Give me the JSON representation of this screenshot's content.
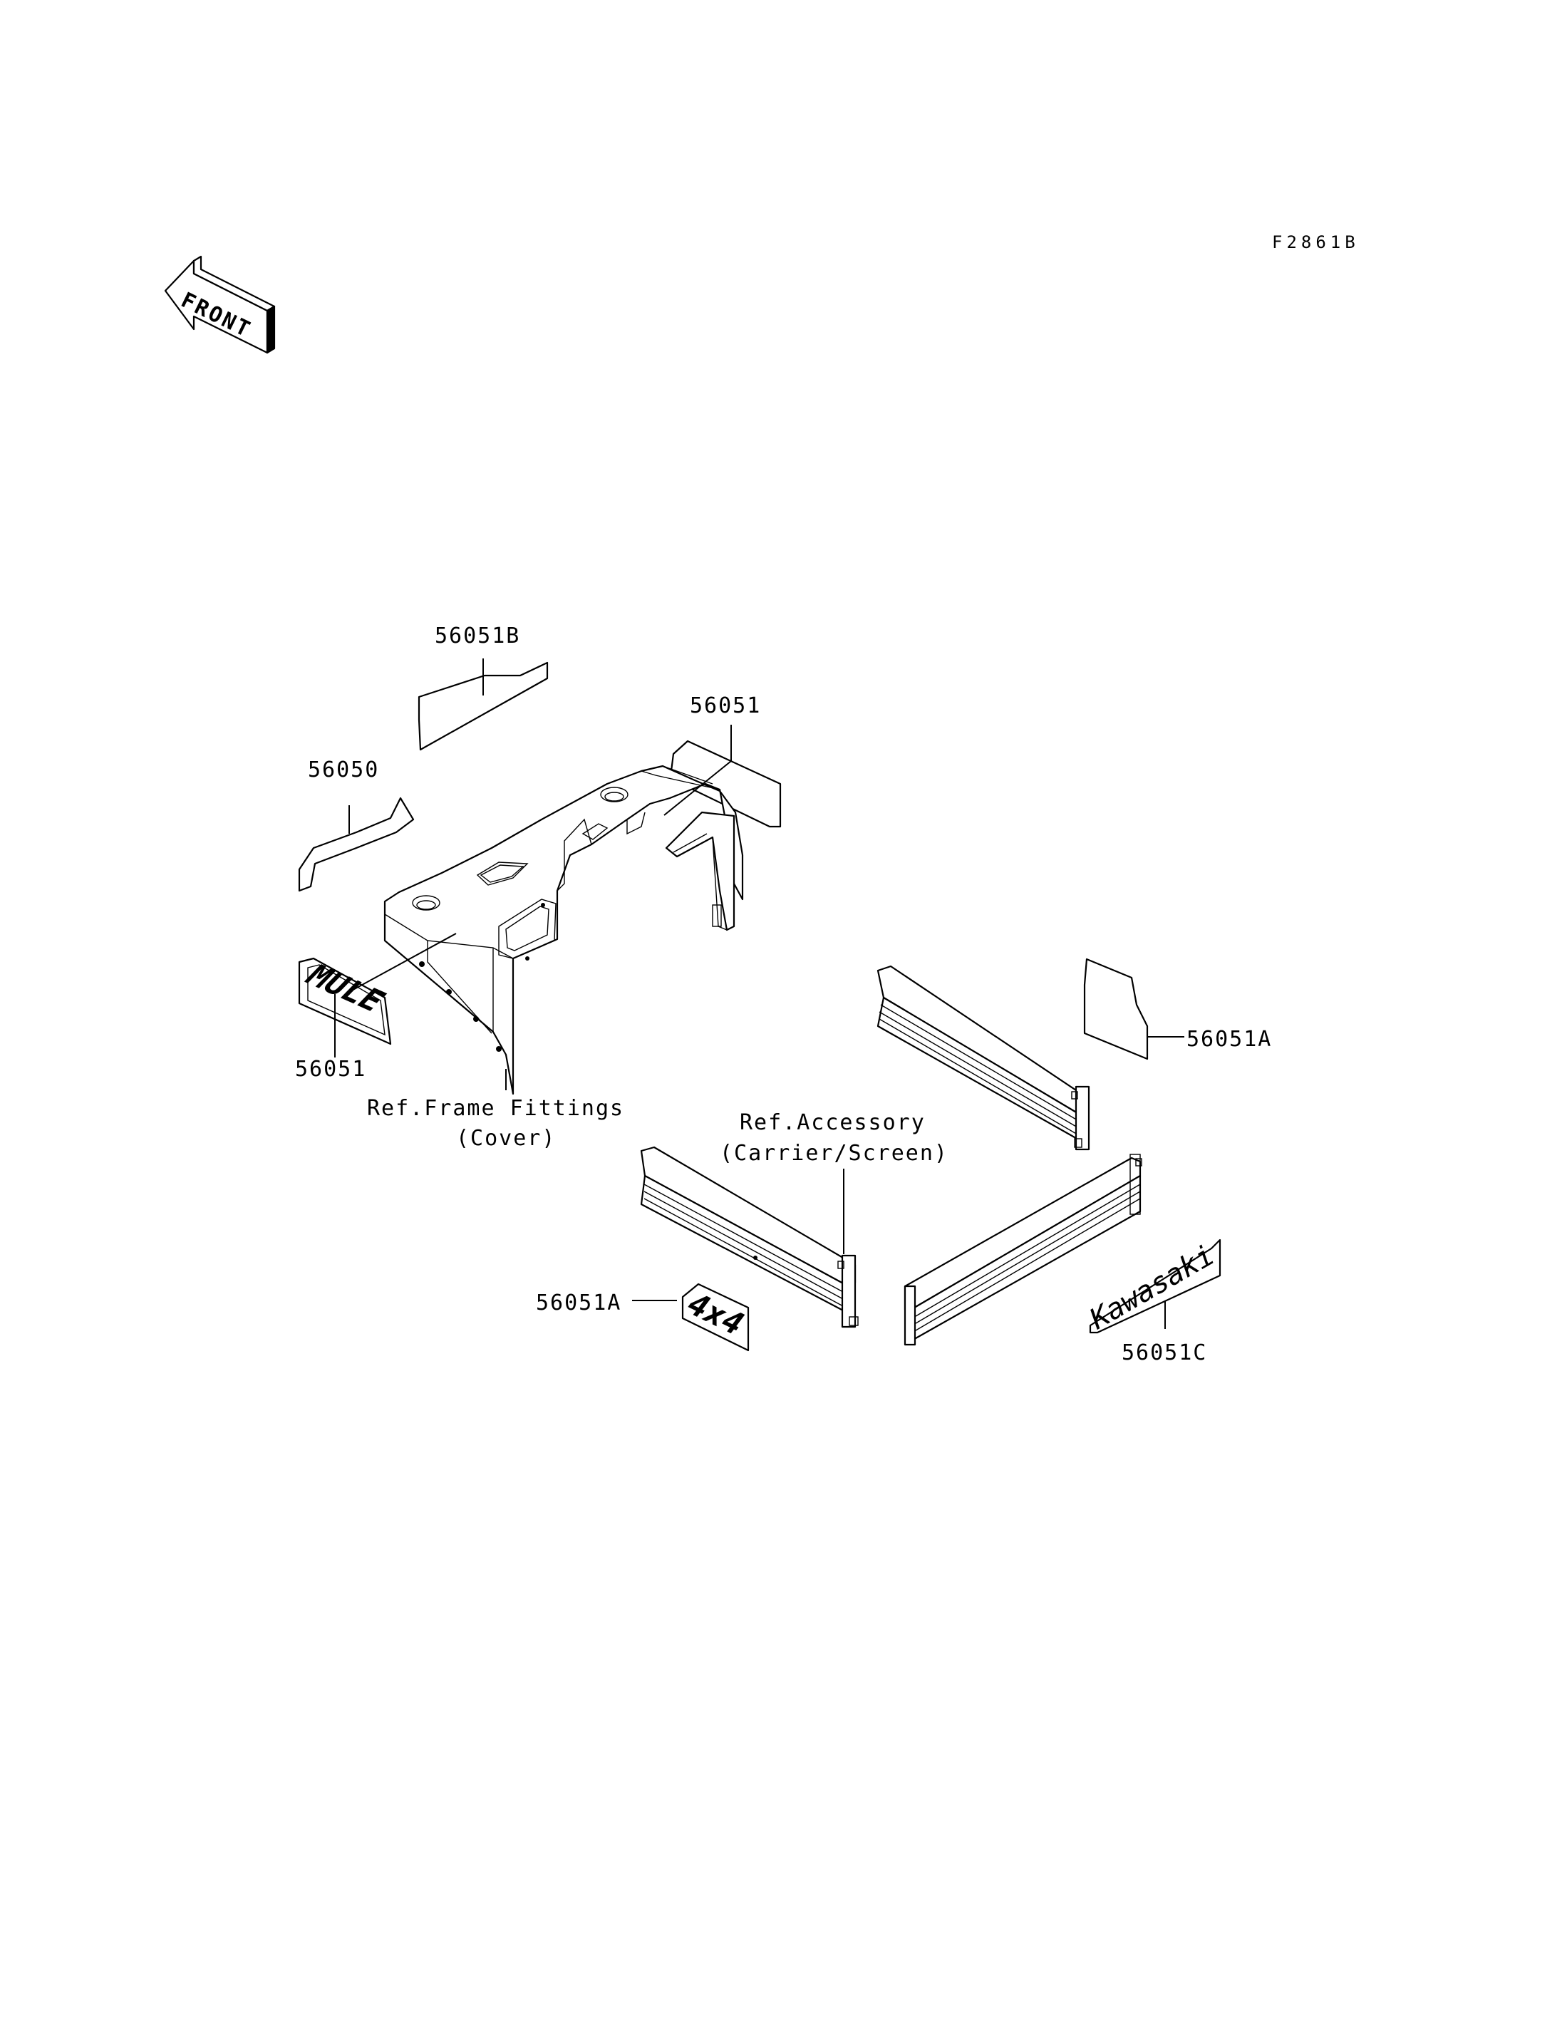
{
  "figure_code": "F2861B",
  "front_arrow": {
    "label": "FRONT",
    "icon": "front-arrow-icon"
  },
  "callouts": {
    "part_56051B": "56051B",
    "part_56051_top": "56051",
    "part_56050": "56050",
    "part_56051_mule": "56051",
    "part_56051A_right": "56051A",
    "part_56051A_4x4": "56051A",
    "part_56051C": "56051C"
  },
  "references": {
    "frame_fittings_line1": "Ref.Frame Fittings",
    "frame_fittings_line2": "(Cover)",
    "accessory_line1": "Ref.Accessory",
    "accessory_line2": "(Carrier/Screen)"
  },
  "decal_text": {
    "mule": "MULE",
    "four_by_four": "4x4",
    "kawasaki": "Kawasaki"
  }
}
